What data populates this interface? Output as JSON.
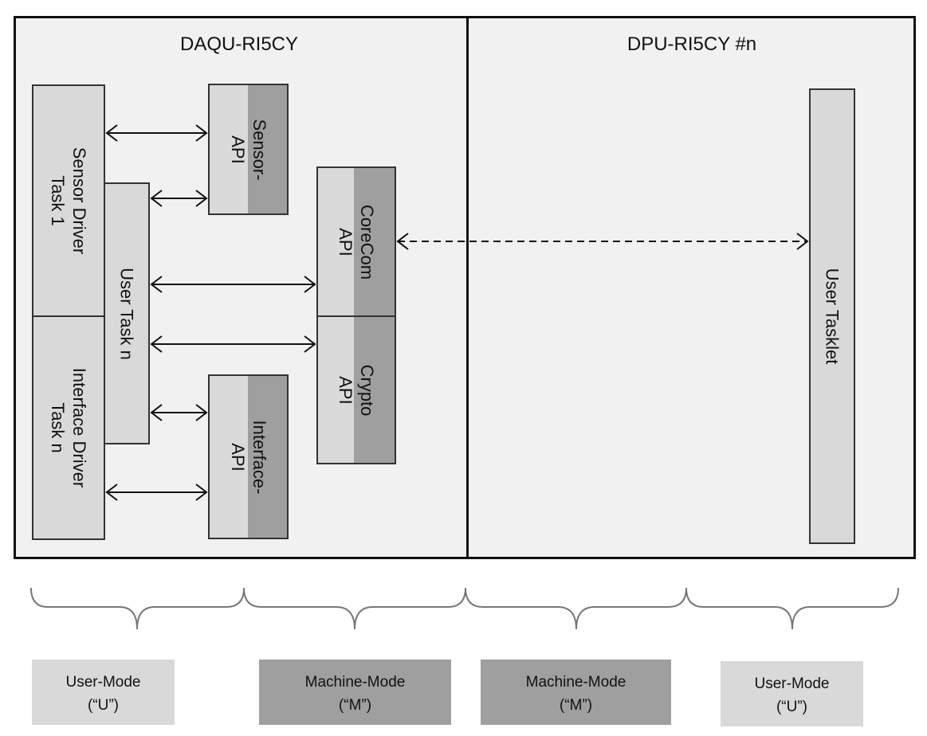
{
  "panels": {
    "left_title": "DAQU-RI5CY",
    "right_title": "DPU-RI5CY #n"
  },
  "boxes": {
    "sensor_driver": "Sensor Driver\nTask 1",
    "interface_driver": "Interface Driver\nTask n",
    "user_task": "User Task n",
    "sensor_api": "Sensor-\nAPI",
    "interface_api": "Interface-\nAPI",
    "corecom_api": "CoreCom\nAPI",
    "crypto_api": "Crypto\nAPI",
    "user_tasklet": "User Tasklet"
  },
  "modes": {
    "user_mode_1": "User-Mode\n(“U”)",
    "machine_mode_1": "Machine-Mode\n(“M”)",
    "machine_mode_2": "Machine-Mode\n(“M”)",
    "user_mode_2": "User-Mode\n(“U”)"
  },
  "colors": {
    "panel_bg": "#f1f1f1",
    "box_light": "#d9d9d9",
    "box_dark": "#9f9f9f",
    "border": "#111111"
  }
}
